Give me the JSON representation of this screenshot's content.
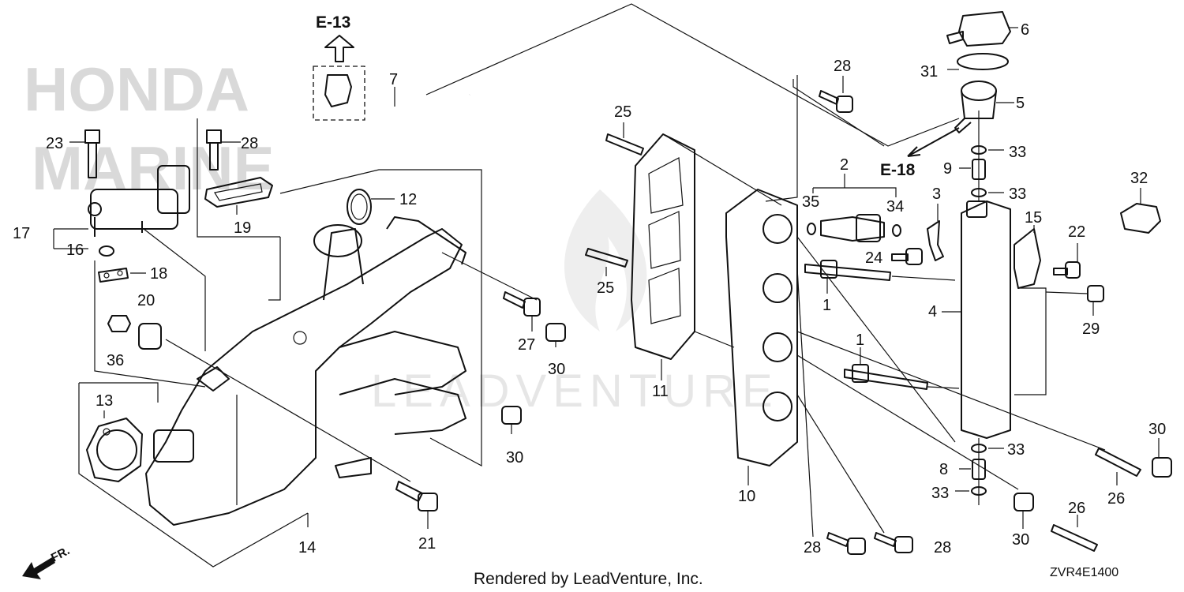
{
  "brand": {
    "line1": "HONDA",
    "line2": "MARINE"
  },
  "watermark": "LEADVENTURE",
  "ref_top": "E-13",
  "ref_mid": "E-18",
  "front_marker": "FR.",
  "footer": "Rendered by LeadVenture, Inc.",
  "diagram_code": "ZVR4E1400",
  "callouts": {
    "c1a": "1",
    "c1b": "1",
    "c2": "2",
    "c3": "3",
    "c4": "4",
    "c5": "5",
    "c6": "6",
    "c7": "7",
    "c8": "8",
    "c9": "9",
    "c10": "10",
    "c11": "11",
    "c12": "12",
    "c13": "13",
    "c14": "14",
    "c15": "15",
    "c16": "16",
    "c17": "17",
    "c18": "18",
    "c19": "19",
    "c20": "20",
    "c21": "21",
    "c22": "22",
    "c23": "23",
    "c24": "24",
    "c25a": "25",
    "c25b": "25",
    "c26a": "26",
    "c26b": "26",
    "c27": "27",
    "c28a": "28",
    "c28b": "28",
    "c28c": "28",
    "c28d": "28",
    "c29": "29",
    "c30a": "30",
    "c30b": "30",
    "c30c": "30",
    "c30d": "30",
    "c31": "31",
    "c32": "32",
    "c33a": "33",
    "c33b": "33",
    "c33c": "33",
    "c33d": "33",
    "c34": "34",
    "c35": "35",
    "c36": "36"
  }
}
